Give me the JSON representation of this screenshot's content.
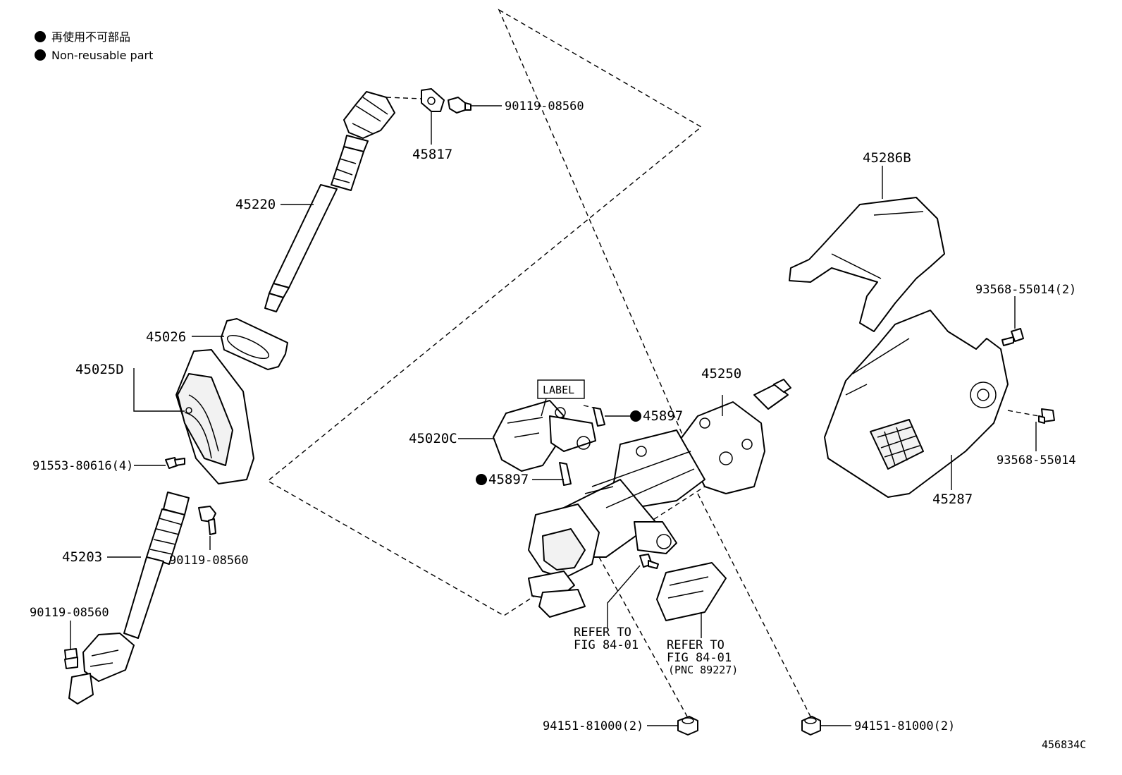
{
  "legend": [
    {
      "marker": "filled-circle",
      "text": "再使用不可部品"
    },
    {
      "marker": "filled-circle",
      "text": "Non-reusable part"
    }
  ],
  "labels": {
    "p90119_08560_top": "90119-08560",
    "p45817": "45817",
    "p45220": "45220",
    "p45026": "45026",
    "p45025D": "45025D",
    "p91553_80616": "91553-80616(4)",
    "p45203": "45203",
    "p90119_08560_mid": "90119-08560",
    "p90119_08560_low": "90119-08560",
    "label_box": "LABEL",
    "p45020C": "45020C",
    "p45897_a": "45897",
    "p45897_b": "45897",
    "p45250": "45250",
    "p45286B": "45286B",
    "p93568_55014_2": "93568-55014(2)",
    "p93568_55014": "93568-55014",
    "p45287": "45287",
    "refer1_line1": "REFER TO",
    "refer1_line2": "FIG 84-01",
    "refer2_line1": "REFER TO",
    "refer2_line2": "FIG 84-01",
    "refer2_line3": "(PNC 89227)",
    "p94151_left": "94151-81000(2)",
    "p94151_right": "94151-81000(2)",
    "figure_id": "456834C"
  },
  "colors": {
    "line": "#000000",
    "background": "#ffffff"
  }
}
